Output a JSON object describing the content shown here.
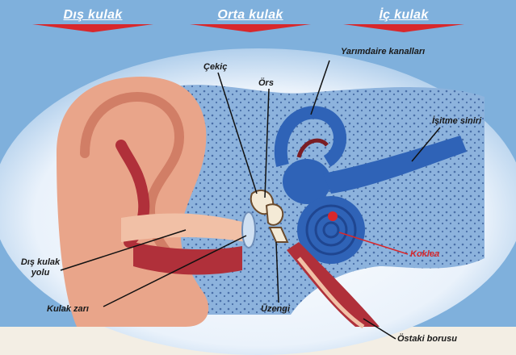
{
  "headers": {
    "outer": "Dış kulak",
    "middle": "Orta kulak",
    "inner": "İç kulak"
  },
  "labels": {
    "hammer": "Çekiç",
    "anvil": "Örs",
    "semicircular": "Yarımdaire kanalları",
    "auditory_nerve": "İşitme siniri",
    "cochlea": "Koklea",
    "ear_canal_line1": "Dış kulak",
    "ear_canal_line2": "yolu",
    "eardrum": "Kulak zarı",
    "stirrup": "Üzengi",
    "eustachian": "Östaki borusu"
  },
  "colors": {
    "background": "#7fb0dc",
    "header_arrow": "#d8282c",
    "skin": "#e9a58a",
    "tissue_red": "#b0303a",
    "bone_blue": "#8ab0dc",
    "inner_blue": "#2f63b7",
    "label_red": "#d8282c"
  }
}
